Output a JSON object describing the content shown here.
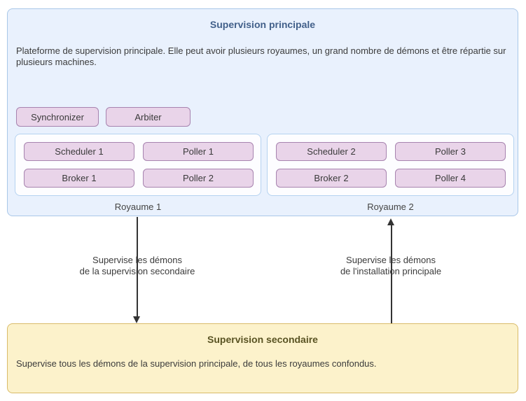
{
  "main_box": {
    "title": "Supervision principale",
    "description": "Plateforme de supervision principale. Elle peut avoir plusieurs royaumes, un grand nombre de démons et être répartie sur plusieurs machines.",
    "daemons": {
      "synchronizer": "Synchronizer",
      "arbiter": "Arbiter"
    },
    "realms": [
      {
        "label": "Royaume 1",
        "daemons": [
          "Scheduler 1",
          "Poller 1",
          "Broker 1",
          "Poller 2"
        ]
      },
      {
        "label": "Royaume 2",
        "daemons": [
          "Scheduler 2",
          "Poller 3",
          "Broker 2",
          "Poller 4"
        ]
      }
    ]
  },
  "arrows": [
    {
      "direction": "down",
      "label_line1": "Supervise les démons",
      "label_line2": "de la supervision secondaire"
    },
    {
      "direction": "up",
      "label_line1": "Supervise les démons",
      "label_line2": "de l'installation principale"
    }
  ],
  "secondary_box": {
    "title": "Supervision secondaire",
    "description": "Supervise tous les démons de la supervision principale, de tous les royaumes confondus."
  },
  "colors": {
    "main_box_bg": "#e9f1fd",
    "main_box_border": "#a9c7e8",
    "main_title_text": "#42608a",
    "daemon_bg": "#e9d4e9",
    "daemon_border": "#a783af",
    "realm_bg": "#fdfdff",
    "realm_border": "#b5d2f0",
    "secondary_bg": "#fcf2cb",
    "secondary_border": "#d9bb69",
    "secondary_title_text": "#595323",
    "arrow": "#333333",
    "body_text": "#3b3b3b"
  }
}
